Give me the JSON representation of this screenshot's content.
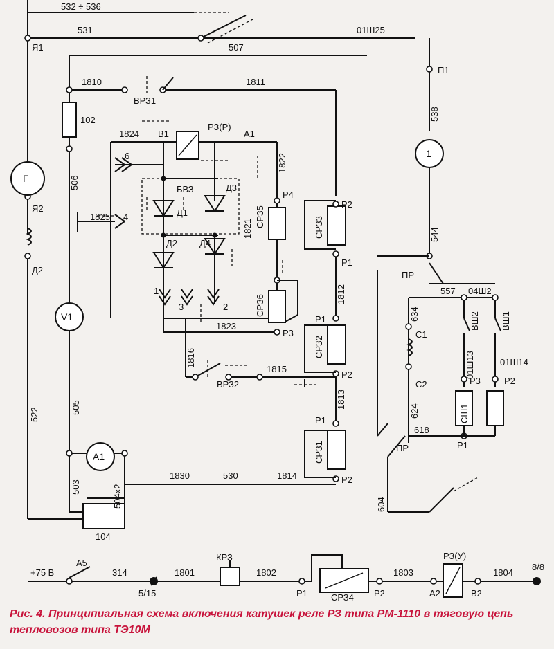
{
  "caption": "Рис. 4. Принципиальная схема включения катушек реле РЗ типа РМ-1110 в тяговую цепь тепловозов типа ТЭ10М",
  "colors": {
    "caption": "#c8143c",
    "ink": "#111111",
    "paper": "#f3f1ee"
  },
  "wires": {
    "w532_536": "532 ÷ 536",
    "w531": "531",
    "w01SH25": "01Ш25",
    "w507": "507",
    "w1810": "1810",
    "w1811": "1811",
    "w102": "102",
    "w506": "506",
    "w1824": "1824",
    "w1822": "1822",
    "w1821": "1821",
    "w1825": "1825",
    "w1823": "1823",
    "w1812": "1812",
    "w538": "538",
    "w544": "544",
    "w557": "557",
    "w04SH2": "04Ш2",
    "w634": "634",
    "w624": "624",
    "w618": "618",
    "w01SH13": "01Ш13",
    "w01SH14": "01Ш14",
    "w1816": "1816",
    "w1815": "1815",
    "w1813": "1813",
    "w522": "522",
    "w505": "505",
    "w503": "503",
    "w504x2": "504x2",
    "w1830": "1830",
    "w530": "530",
    "w1814": "1814",
    "w604": "604",
    "w314": "314",
    "w1801": "1801",
    "w1802": "1802",
    "w1803": "1803",
    "w1804": "1804",
    "supply": "+75 В",
    "t515": "5/15",
    "t88": "8/8"
  },
  "components": {
    "YA1": "Я1",
    "YA2": "Я2",
    "D2L": "Д2",
    "G": "Г",
    "V1": "V1",
    "A1m": "A1",
    "box104": "104",
    "VRZ1": "ВРЗ1",
    "VRZ2": "ВРЗ2",
    "B1": "В1",
    "RZR": "РЗ(Р)",
    "A1n": "А1",
    "BVZ": "БВЗ",
    "D1": "Д1",
    "D2": "Д2",
    "D3": "Д3",
    "D4": "Д4",
    "n1": "1",
    "n2": "2",
    "n3": "3",
    "n4": "4",
    "n6": "6",
    "SRZ5": "СРЗ5",
    "SRZ6": "СРЗ6",
    "SRZ3": "СРЗ3",
    "SRZ2": "СРЗ2",
    "SRZ1": "СРЗ1",
    "SRZ4": "СРЗ4",
    "P4": "Р4",
    "P3a": "Р3",
    "P2a": "Р2",
    "P1a": "Р1",
    "P1b": "Р1",
    "P2b": "Р2",
    "P1c": "Р1",
    "P2c": "Р2",
    "P1d": "Р1",
    "P2d": "Р2",
    "P1": "П1",
    "M1": "1",
    "PR": "ПР",
    "PR2": "ПР",
    "C1": "С1",
    "C2": "С2",
    "VSH2": "ВШ2",
    "VSH1": "ВШ1",
    "P3s": "Р3",
    "P2s": "Р2",
    "SSH1": "СШ1",
    "R1s": "Р1",
    "A5": "А5",
    "KRZ": "КРЗ",
    "RZU": "РЗ(У)",
    "A2": "А2",
    "B2": "В2"
  }
}
